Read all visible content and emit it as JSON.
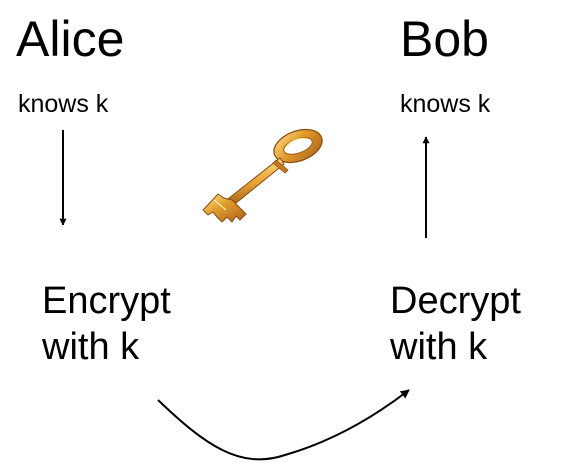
{
  "alice": {
    "name": "Alice",
    "knowledge": "knows k"
  },
  "bob": {
    "name": "Bob",
    "knowledge": "knows k"
  },
  "encrypt": {
    "line1": "Encrypt",
    "line2": "with k"
  },
  "decrypt": {
    "line1": "Decrypt",
    "line2": "with k"
  },
  "icons": {
    "key": "golden-key-icon"
  },
  "colors": {
    "text": "#000000",
    "key_gold": "#e09a2a",
    "key_highlight": "#ffe08a",
    "key_shadow": "#a8601a"
  }
}
